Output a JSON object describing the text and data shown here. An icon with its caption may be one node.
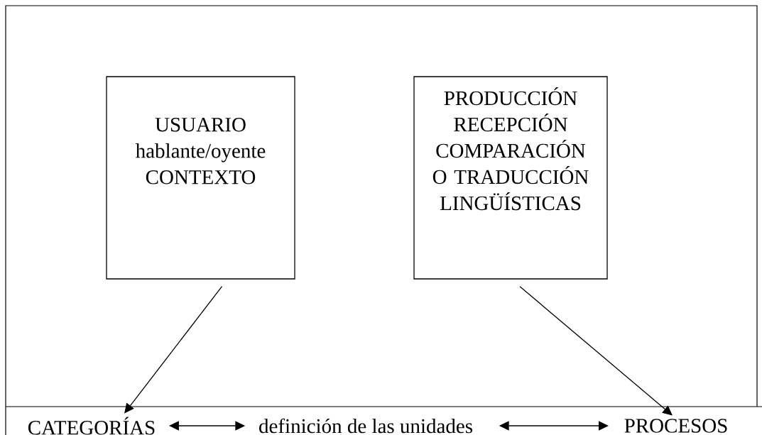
{
  "diagram": {
    "nodes": [
      {
        "text": [
          "USUARIO",
          "hablante/oyente",
          "CONTEXTO"
        ]
      },
      {
        "text": [
          "PRODUCCIÓN",
          "RECEPCIÓN",
          "COMPARACIÓN O TRADUCCIÓN LINGÜÍSTICAS"
        ]
      },
      {
        "text": [
          "CATEGORÍAS"
        ]
      },
      {
        "text": [
          "definición de las unidades"
        ]
      },
      {
        "text": [
          "PROCESOS"
        ]
      }
    ],
    "edges": [
      {
        "from": 0,
        "to": 2,
        "arrow": "to"
      },
      {
        "from": 1,
        "to": 4,
        "arrow": "to"
      },
      {
        "from": 2,
        "to": 3,
        "arrow": "both"
      },
      {
        "from": 3,
        "to": 4,
        "arrow": "both"
      }
    ]
  }
}
